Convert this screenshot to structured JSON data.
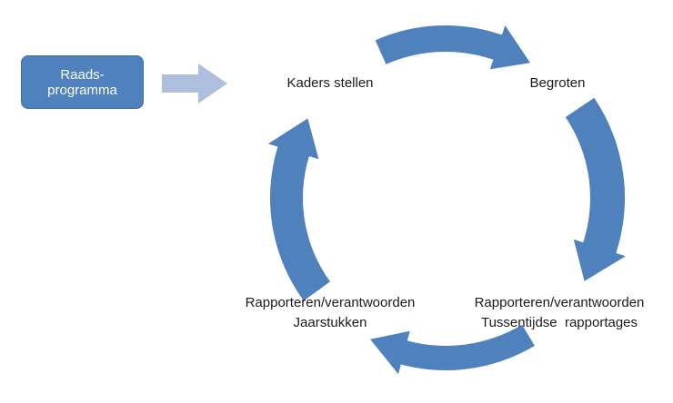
{
  "diagram": {
    "type": "cycle-diagram",
    "flow_direction": "clockwise",
    "colors": {
      "node_fill": "#4f81bd",
      "node_border": "#3f6da5",
      "node_text": "#ffffff",
      "cycle_arrow": "#4f81bd",
      "connector_arrow": "#aebfde",
      "label_text": "#1a1a1a",
      "background": "#ffffff"
    },
    "source_box": {
      "label": "Raads-\nprogramma"
    },
    "connector": {
      "name": "right-block-arrow"
    },
    "cycle_steps": [
      {
        "label": "Kaders stellen",
        "position": "top-left"
      },
      {
        "label": "Begroten",
        "position": "top-right"
      },
      {
        "label": "Rapporteren/verantwoorden\nTussentijdse  rapportages",
        "position": "bottom-right"
      },
      {
        "label": "Rapporteren/verantwoorden\nJaarstukken",
        "position": "bottom-left"
      }
    ]
  }
}
